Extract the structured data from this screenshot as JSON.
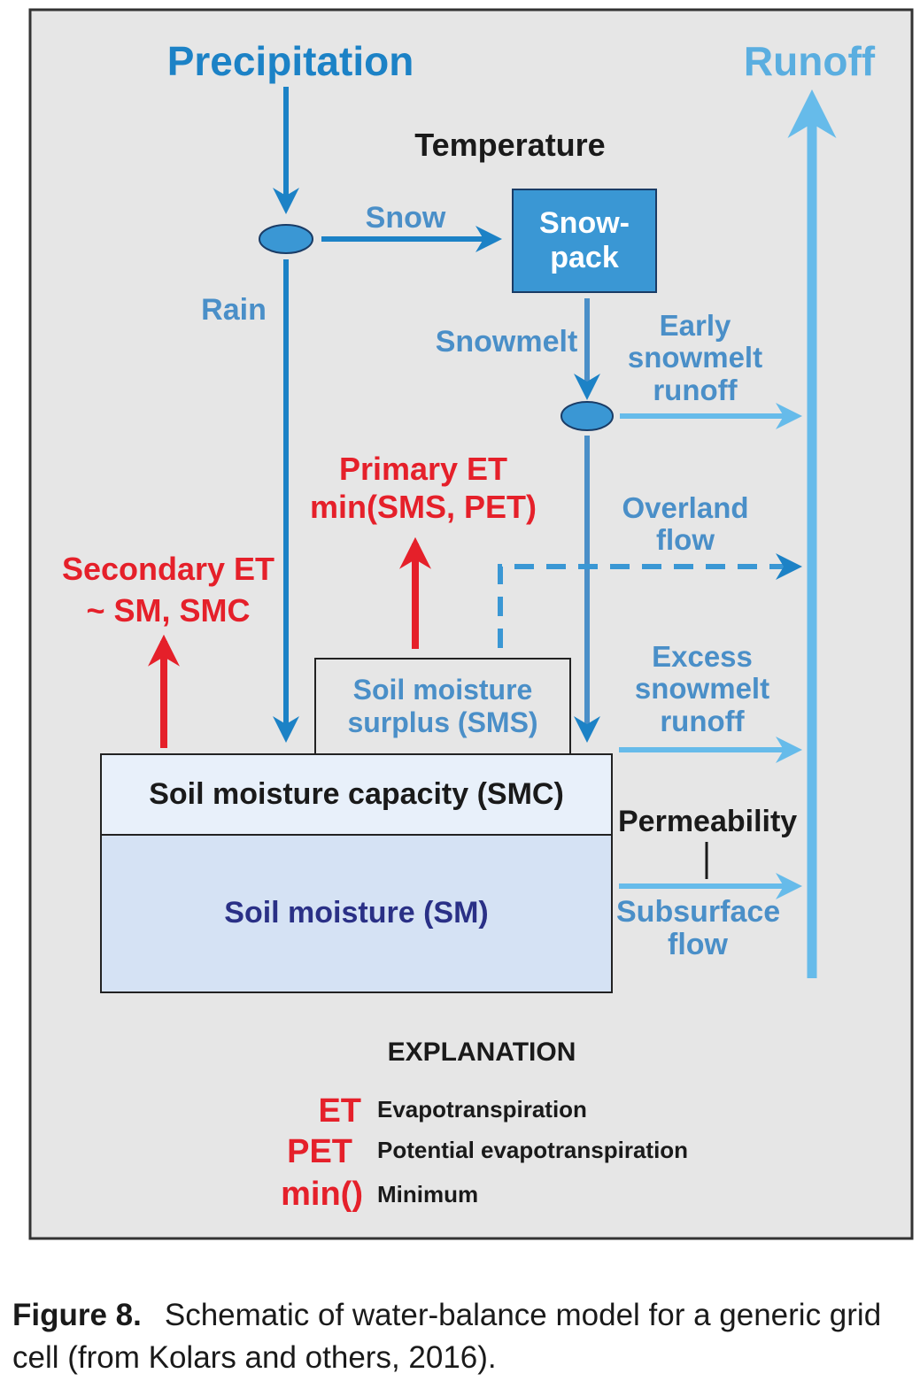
{
  "labels": {
    "precipitation": "Precipitation",
    "runoff": "Runoff",
    "temperature": "Temperature",
    "snow": "Snow",
    "snowpack_line1": "Snow-",
    "snowpack_line2": "pack",
    "rain": "Rain",
    "snowmelt": "Snowmelt",
    "early_line1": "Early",
    "early_line2": "snowmelt",
    "early_line3": "runoff",
    "primary_line1": "Primary ET",
    "primary_line2": "min(SMS, PET)",
    "overland_line1": "Overland",
    "overland_line2": "flow",
    "secondary_line1": "Secondary ET",
    "secondary_line2": "~ SM, SMC",
    "excess_line1": "Excess",
    "excess_line2": "snowmelt",
    "excess_line3": "runoff",
    "sms_line1": "Soil moisture",
    "sms_line2": "surplus (SMS)",
    "smc": "Soil moisture capacity (SMC)",
    "permeability": "Permeability",
    "sm": "Soil moisture (SM)",
    "subsurface_line1": "Subsurface",
    "subsurface_line2": "flow"
  },
  "explanation": {
    "title": "EXPLANATION",
    "items": [
      {
        "abbr": "ET",
        "definition": "Evapotranspiration"
      },
      {
        "abbr": "PET",
        "definition": "Potential evapotranspiration"
      },
      {
        "abbr": "min()",
        "definition": "Minimum"
      }
    ]
  },
  "caption": {
    "figure": "Figure 8.",
    "text": "Schematic of water-balance model for a generic grid cell (from Kolars and others, 2016)."
  },
  "colors": {
    "panel": "#e6e6e6",
    "dark_blue": "#1c82c6",
    "light_blue": "#66bbea",
    "red": "#e5202a",
    "snowpack_fill": "#3a97d4",
    "smc_fill": "#e8f0fa",
    "sm_fill": "#d5e2f4"
  }
}
